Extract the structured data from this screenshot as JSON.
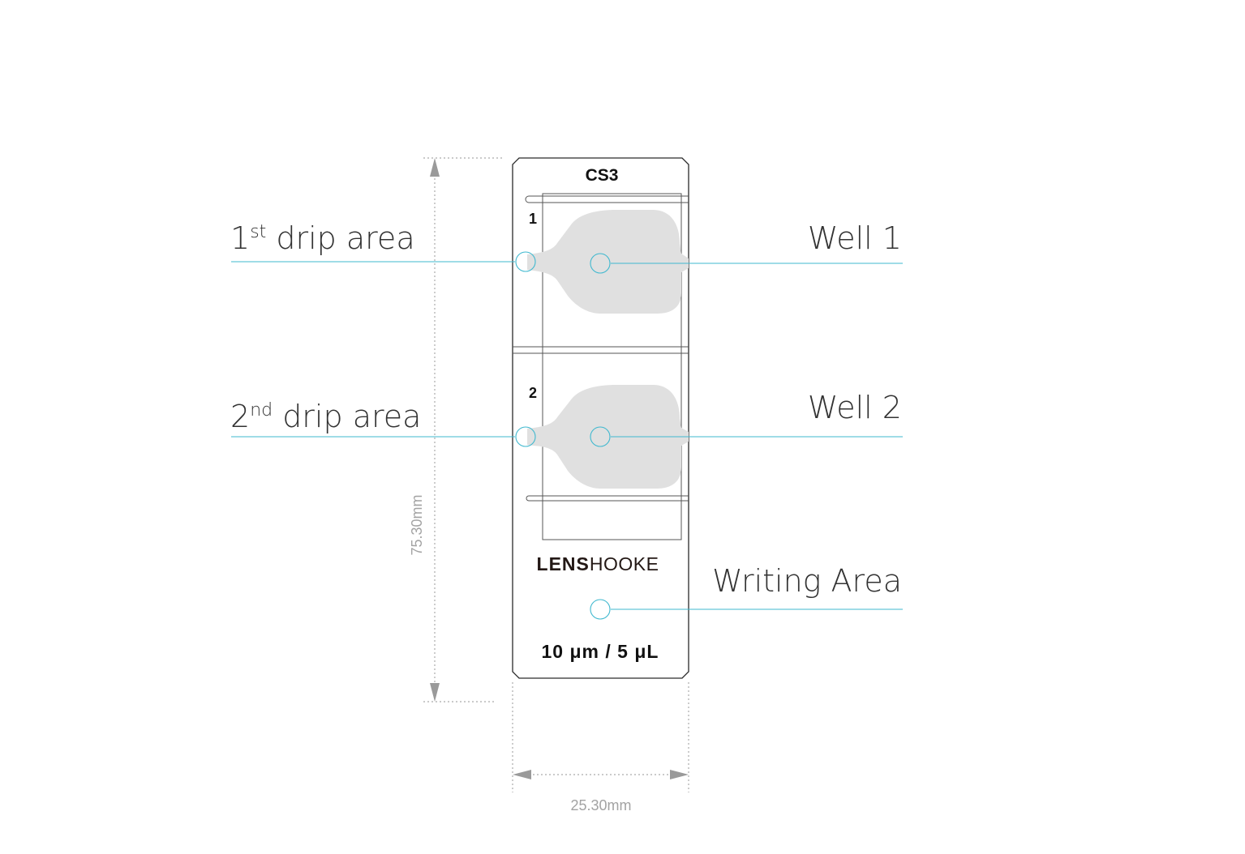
{
  "slide": {
    "model": "CS3",
    "well1_number": "1",
    "well2_number": "2",
    "brand_bold": "LENS",
    "brand_light": "HOOKE",
    "spec": "10 μm / 5 μL"
  },
  "callouts": {
    "drip1": {
      "num": "1",
      "sup": "st",
      "rest": " drip area"
    },
    "drip2": {
      "num": "2",
      "sup": "nd",
      "rest": " drip area"
    },
    "well1": "Well 1",
    "well2": "Well 2",
    "writing": "Writing Area"
  },
  "dimensions": {
    "height": "75.30mm",
    "width": "25.30mm"
  },
  "colors": {
    "callout": "#3fb8cf",
    "well_fill": "#e0e0e0",
    "outline": "#2a2a2a",
    "dimension": "#999999",
    "text": "#333333"
  }
}
